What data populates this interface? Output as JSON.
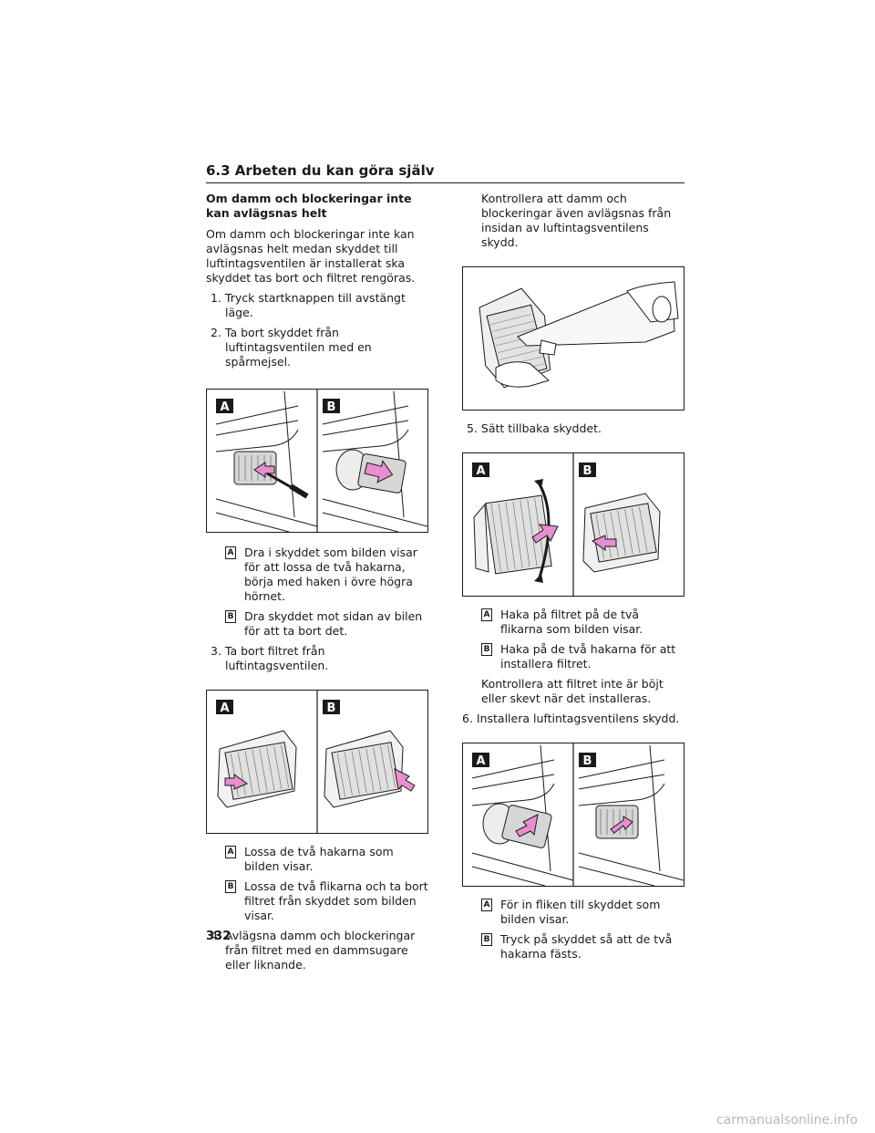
{
  "header": {
    "section": "6.3 Arbeten du kan göra själv"
  },
  "left": {
    "subheading": "Om damm och blockeringar inte kan avlägsnas helt",
    "intro": "Om damm och blockeringar inte kan avlägsnas helt medan skyddet till luftintagsventilen är installerat ska skyddet tas bort och filtret rengöras.",
    "step1": "1. Tryck startknappen till avstängt läge.",
    "step2": "2. Ta bort skyddet från luftintagsventilen med en spårmejsel.",
    "fig1_caption_a": "Dra i skyddet som bilden visar för att lossa de två hakarna, börja med haken i övre högra hörnet.",
    "fig1_caption_b": "Dra skyddet mot sidan av bilen för att ta bort det.",
    "step3": "3. Ta bort filtret från luftintagsventilen.",
    "fig2_caption_a": "Lossa de två hakarna som bilden visar.",
    "fig2_caption_b": "Lossa de två flikarna och ta bort filtret från skyddet som bilden visar.",
    "step4": "4. Avlägsna damm och blockeringar från filtret med en dammsugare eller liknande."
  },
  "right": {
    "intro": "Kontrollera att damm och blockeringar även avlägsnas från insidan av luftintagsventilens skydd.",
    "step5": "5. Sätt tillbaka skyddet.",
    "fig4_caption_a": "Haka på filtret på de två flikarna som bilden visar.",
    "fig4_caption_b": "Haka på de två hakarna för att installera filtret.",
    "check_note": "Kontrollera att filtret inte är böjt eller skevt när det installeras.",
    "step6": "6. Installera luftintagsventilens skydd.",
    "fig5_caption_a": "För in fliken till skyddet som bilden visar.",
    "fig5_caption_b": "Tryck på skyddet så att de två hakarna fästs."
  },
  "labels": {
    "a": "A",
    "b": "B"
  },
  "page_number": "332",
  "watermark": "carmanualsonline.info",
  "colors": {
    "arrow": "#e98ed0",
    "line": "#1a1a1a"
  }
}
